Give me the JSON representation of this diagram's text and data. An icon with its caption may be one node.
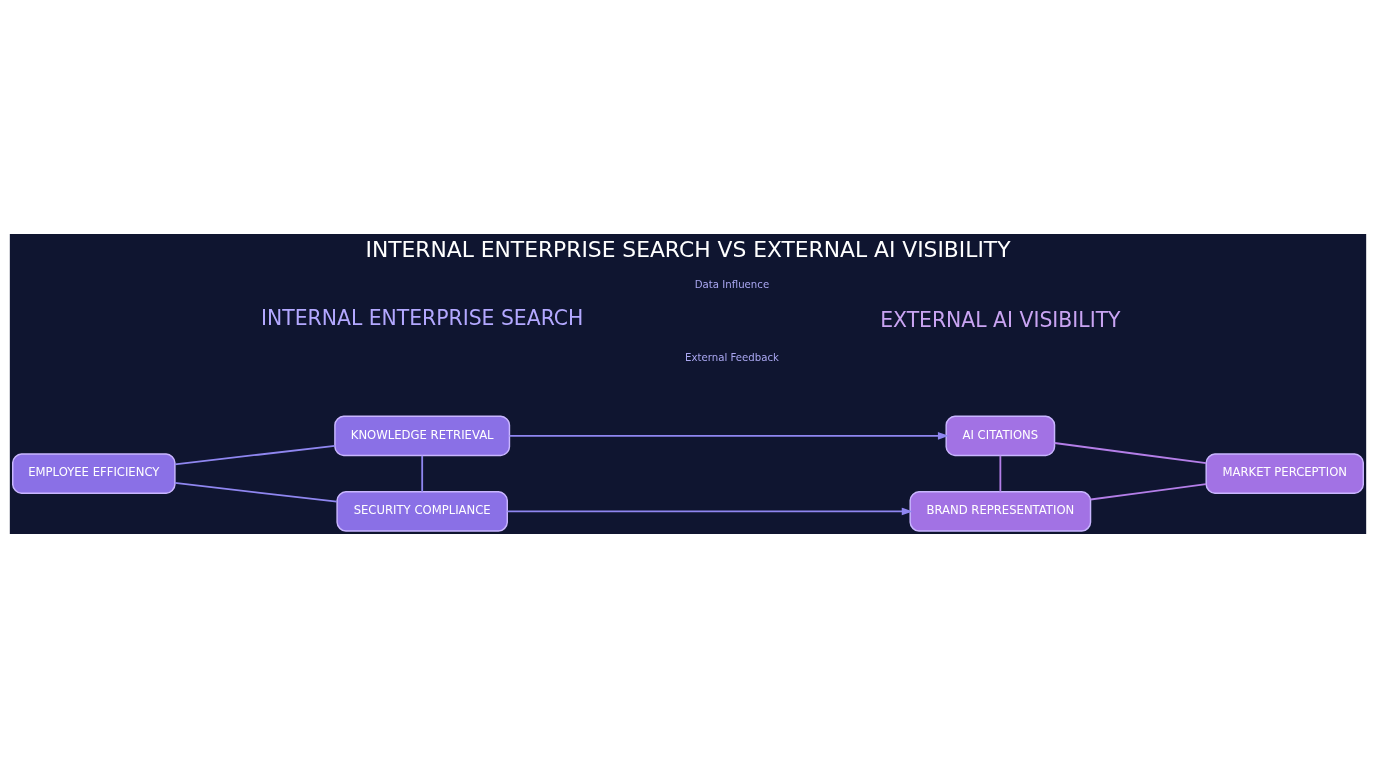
{
  "diagram": {
    "title": "INTERNAL ENTERPRISE SEARCH VS EXTERNAL AI VISIBILITY",
    "nodes": [
      {
        "text": [
          "KNOWLEDGE RETRIEVAL"
        ]
      },
      {
        "text": [
          "EMPLOYEE EFFICIENCY"
        ]
      },
      {
        "text": [
          "SECURITY COMPLIANCE"
        ]
      },
      {
        "text": [
          "BRAND REPRESENTATION"
        ]
      },
      {
        "text": [
          "MARKET PERCEPTION"
        ]
      },
      {
        "text": [
          "AI CITATIONS"
        ]
      }
    ],
    "edges": [
      {
        "from": 1,
        "to": 0,
        "arrow": "none"
      },
      {
        "from": 1,
        "to": 2,
        "arrow": "none"
      },
      {
        "from": 0,
        "to": 2,
        "arrow": "none"
      },
      {
        "from": 0,
        "to": 5,
        "arrow": "to"
      },
      {
        "from": 2,
        "to": 3,
        "arrow": "to"
      },
      {
        "from": 3,
        "to": 4,
        "arrow": "none",
        "color": "#b47ee8"
      },
      {
        "from": 4,
        "to": 5,
        "arrow": "none",
        "color": "#b47ee8"
      },
      {
        "from": 3,
        "to": 5,
        "arrow": "none",
        "color": "#b47ee8"
      }
    ],
    "labels": [
      "INTERNAL ENTERPRISE SEARCH",
      "Data Influence",
      "EXTERNAL AI VISIBILITY",
      "External Feedback"
    ]
  }
}
